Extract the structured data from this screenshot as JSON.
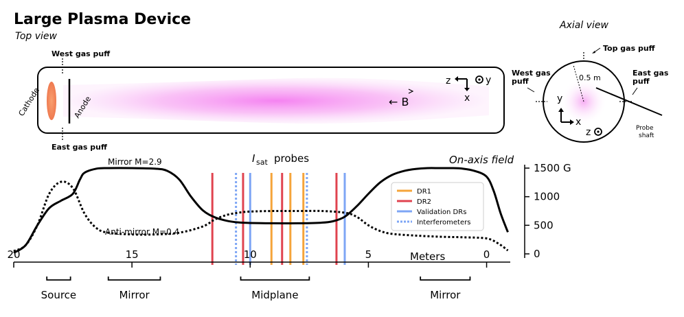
{
  "title": "Large Plasma Device",
  "top_view_label": "Top view",
  "axial_view_label": "Axial view",
  "top_view": {
    "west_gas_puff": "West gas puff",
    "east_gas_puff": "East gas puff",
    "cathode": "Cathode",
    "anode": "Anode",
    "b_field": "← B",
    "axis_z": "z",
    "axis_y": "y",
    "axis_x": "x",
    "plasma_color": "#f58ff0"
  },
  "axial_view": {
    "top_gas_puff": "Top gas puff",
    "west_gas": "West gas",
    "west_puff": "puff",
    "east_gas": "East gas",
    "east_puff": "puff",
    "radius": "0.5 m",
    "axis_y": "y",
    "axis_x": "x",
    "axis_z": "z",
    "probe": "Probe",
    "shaft": "shaft"
  },
  "isat_label_italic": "I",
  "isat_label_sub": "sat",
  "isat_label_rest": "probes",
  "onaxis_label": "On-axis field",
  "chart_data": {
    "type": "line",
    "x_direction": "reversed",
    "xlim": [
      20,
      -1
    ],
    "x_ticks": [
      "20",
      "15",
      "10",
      "5",
      "0"
    ],
    "x_tick_values": [
      20,
      15,
      10,
      5,
      0
    ],
    "xlabel": "Meters",
    "ylim": [
      0,
      1550
    ],
    "y_ticks": [
      "1500 G",
      "1000",
      "500",
      "0"
    ],
    "y_tick_values": [
      1500,
      1000,
      500,
      0
    ],
    "y_axis_side": "right",
    "series": [
      {
        "name": "Mirror M=2.9",
        "style": "solid",
        "color": "#000000",
        "x": [
          20,
          19.5,
          19.0,
          18.5,
          18.0,
          17.5,
          17.2,
          17.0,
          16.5,
          16.0,
          15.0,
          14.0,
          13.5,
          13.0,
          12.5,
          12.0,
          11.5,
          11.0,
          10.5,
          10.0,
          9.0,
          8.0,
          7.0,
          6.5,
          6.0,
          5.5,
          5.0,
          4.5,
          4.0,
          3.5,
          3.0,
          2.5,
          2.0,
          1.5,
          1.0,
          0.5,
          0.0,
          -0.3,
          -0.6,
          -0.9
        ],
        "y": [
          20,
          150,
          500,
          800,
          930,
          1050,
          1300,
          1420,
          1490,
          1500,
          1500,
          1490,
          1450,
          1300,
          1000,
          760,
          640,
          580,
          550,
          540,
          535,
          535,
          545,
          570,
          650,
          830,
          1050,
          1250,
          1380,
          1450,
          1485,
          1500,
          1500,
          1500,
          1490,
          1450,
          1350,
          1100,
          700,
          380
        ]
      },
      {
        "name": "Anti-mirror M=0.4",
        "style": "dotted",
        "color": "#000000",
        "x": [
          20,
          19.5,
          19.0,
          18.5,
          18.0,
          17.5,
          17.0,
          16.5,
          16.0,
          15.0,
          14.0,
          13.0,
          12.0,
          11.5,
          11.0,
          10.5,
          10.0,
          9.0,
          8.0,
          7.0,
          6.0,
          5.5,
          5.0,
          4.5,
          4.0,
          3.0,
          2.0,
          1.0,
          0.0,
          -0.5,
          -0.9
        ],
        "y": [
          50,
          150,
          500,
          1050,
          1260,
          1150,
          700,
          450,
          370,
          340,
          340,
          370,
          480,
          600,
          680,
          720,
          740,
          750,
          750,
          750,
          720,
          650,
          500,
          400,
          350,
          320,
          300,
          290,
          270,
          180,
          60
        ]
      }
    ],
    "probe_lines": [
      {
        "x": 11.6,
        "color": "#e0434f",
        "style": "solid",
        "group": "DR2"
      },
      {
        "x": 10.6,
        "color": "#7ea6f5",
        "style": "dotted",
        "group": "Interferometers"
      },
      {
        "x": 10.3,
        "color": "#e0434f",
        "style": "solid",
        "group": "DR2"
      },
      {
        "x": 10.0,
        "color": "#7ea6f5",
        "style": "solid",
        "group": "Validation DRs"
      },
      {
        "x": 9.1,
        "color": "#f5a43a",
        "style": "solid",
        "group": "DR1"
      },
      {
        "x": 8.65,
        "color": "#e0434f",
        "style": "solid",
        "group": "DR2"
      },
      {
        "x": 8.3,
        "color": "#f5a43a",
        "style": "solid",
        "group": "DR1"
      },
      {
        "x": 7.75,
        "color": "#f5a43a",
        "style": "solid",
        "group": "DR1"
      },
      {
        "x": 7.6,
        "color": "#7ea6f5",
        "style": "dotted",
        "group": "Interferometers"
      },
      {
        "x": 6.35,
        "color": "#e0434f",
        "style": "solid",
        "group": "DR2"
      },
      {
        "x": 6.0,
        "color": "#7ea6f5",
        "style": "solid",
        "group": "Validation DRs"
      }
    ],
    "legend": {
      "placement": "center-right",
      "entries": [
        {
          "label": "DR1",
          "color": "#f5a43a",
          "style": "solid"
        },
        {
          "label": "DR2",
          "color": "#e0434f",
          "style": "solid"
        },
        {
          "label": "Validation DRs",
          "color": "#7ea6f5",
          "style": "solid"
        },
        {
          "label": "Interferometers",
          "color": "#7ea6f5",
          "style": "dotted"
        }
      ]
    },
    "regions": [
      {
        "label": "Source",
        "x_start": 18.6,
        "x_end": 17.6
      },
      {
        "label": "Mirror",
        "x_start": 16.0,
        "x_end": 13.8
      },
      {
        "label": "Midplane",
        "x_start": 10.4,
        "x_end": 7.5
      },
      {
        "label": "Mirror",
        "x_start": 2.8,
        "x_end": 0.7
      }
    ]
  }
}
